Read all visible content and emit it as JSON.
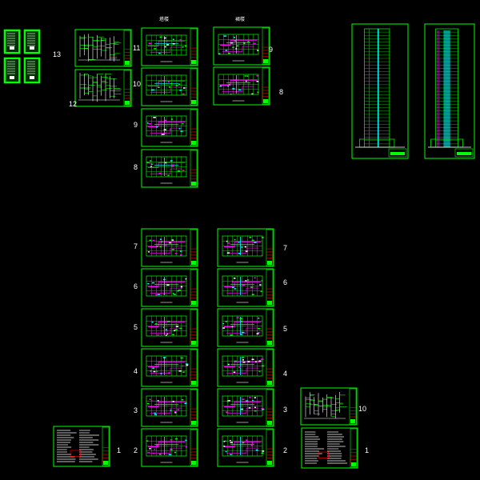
{
  "column_headers": {
    "left": "塔楼",
    "right": "裙楼"
  },
  "sheet_numbers": {
    "thumb_group": "13",
    "diagram_top": "",
    "diagram_bottom": "12",
    "upper_left": [
      "11",
      "10",
      "9",
      "8"
    ],
    "upper_right": [
      "9",
      "8"
    ],
    "lower_left": [
      "7",
      "6",
      "5",
      "4",
      "3",
      "2"
    ],
    "lower_right": [
      "7",
      "6",
      "5",
      "4",
      "3",
      "2"
    ],
    "notes_left": "1",
    "notes_right": "1",
    "system_right": "10"
  },
  "colors": {
    "background": "#000000",
    "frame": "#00ff00",
    "walls": "#00ff00",
    "pipes": "#ff00ff",
    "ducts": "#00ffff",
    "title_block": "#ff0000",
    "text": "#ffffff",
    "highlight": "#ffff00"
  }
}
